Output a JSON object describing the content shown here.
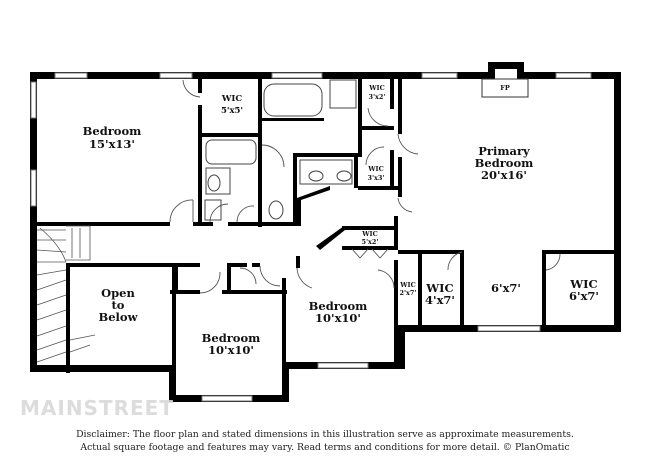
{
  "rooms": {
    "bedroom_nw": {
      "name": "Bedroom",
      "dims": "15'x13'"
    },
    "wic_1": {
      "name": "WIC",
      "dims": "5'x5'"
    },
    "wic_2": {
      "name": "WIC",
      "dims": "3'x2'"
    },
    "wic_3": {
      "name": "WIC",
      "dims": "3'x3'"
    },
    "fireplace": {
      "name": "FP"
    },
    "primary_bedroom": {
      "line1": "Primary",
      "line2": "Bedroom",
      "dims": "20'x16'"
    },
    "wic_4": {
      "name": "WIC",
      "dims": "5'x2'"
    },
    "wic_5": {
      "name": "WIC",
      "dims": "2'x7'"
    },
    "wic_6": {
      "name": "WIC",
      "dims": "4'x7'"
    },
    "closet_center": {
      "dims": "6'x7'"
    },
    "wic_7": {
      "name": "WIC",
      "dims": "6'x7'"
    },
    "open_to_below": {
      "line1": "Open",
      "line2": "to",
      "line3": "Below"
    },
    "bedroom_sw": {
      "name": "Bedroom",
      "dims": "10'x10'"
    },
    "bedroom_s": {
      "name": "Bedroom",
      "dims": "10'x10'"
    }
  },
  "watermark": "MAINSTREET",
  "disclaimer": {
    "line1": "Disclaimer: The floor plan and stated dimensions in this illustration serve as approximate measurements.",
    "line2": "Actual square footage and features may vary. Read terms and conditions for more detail. © PlanOmatic"
  }
}
